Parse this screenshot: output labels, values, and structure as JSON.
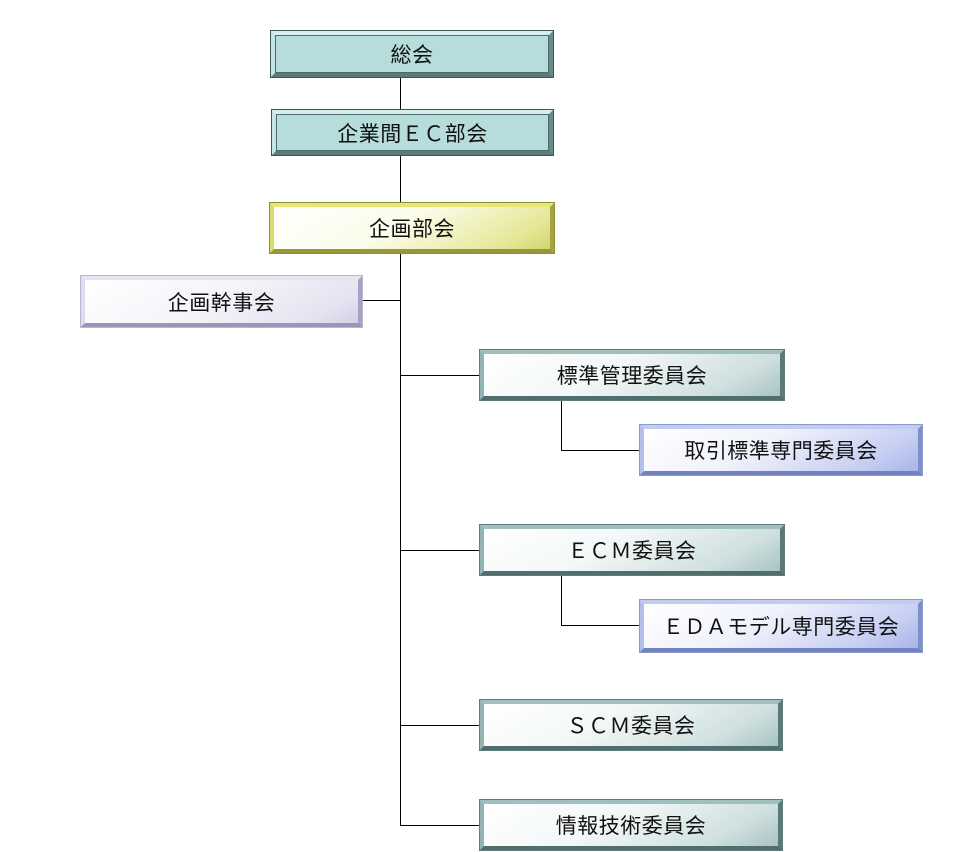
{
  "diagram": {
    "nodes": [
      {
        "id": "general_assembly",
        "label": "総会",
        "style": "teal-solid"
      },
      {
        "id": "inter_company_ec",
        "label": "企業間ＥＣ部会",
        "style": "teal-solid"
      },
      {
        "id": "planning_division",
        "label": "企画部会",
        "style": "yellow"
      },
      {
        "id": "planning_executive",
        "label": "企画幹事会",
        "style": "lavender"
      },
      {
        "id": "standards_management",
        "label": "標準管理委員会",
        "style": "teal-grad"
      },
      {
        "id": "transaction_standards",
        "label": "取引標準専門委員会",
        "style": "blue"
      },
      {
        "id": "ecm",
        "label": "ＥＣＭ委員会",
        "style": "teal-grad"
      },
      {
        "id": "eda_model",
        "label": "ＥＤＡモデル専門委員会",
        "style": "blue"
      },
      {
        "id": "scm",
        "label": "ＳＣＭ委員会",
        "style": "teal-grad"
      },
      {
        "id": "info_tech",
        "label": "情報技術委員会",
        "style": "teal-grad"
      }
    ],
    "edges": [
      {
        "from": "general_assembly",
        "to": "inter_company_ec"
      },
      {
        "from": "inter_company_ec",
        "to": "planning_division"
      },
      {
        "from": "planning_division",
        "to": "planning_executive"
      },
      {
        "from": "planning_division",
        "to": "standards_management"
      },
      {
        "from": "standards_management",
        "to": "transaction_standards"
      },
      {
        "from": "planning_division",
        "to": "ecm"
      },
      {
        "from": "ecm",
        "to": "eda_model"
      },
      {
        "from": "planning_division",
        "to": "scm"
      },
      {
        "from": "planning_division",
        "to": "info_tech"
      }
    ],
    "colors": {
      "teal_solid": "#b7dcdc",
      "yellow": "#e6e796",
      "lavender": "#e4e3f0",
      "teal_gradient": "#cfe0df",
      "blue": "#c8d0f2",
      "connector": "#000000"
    }
  }
}
